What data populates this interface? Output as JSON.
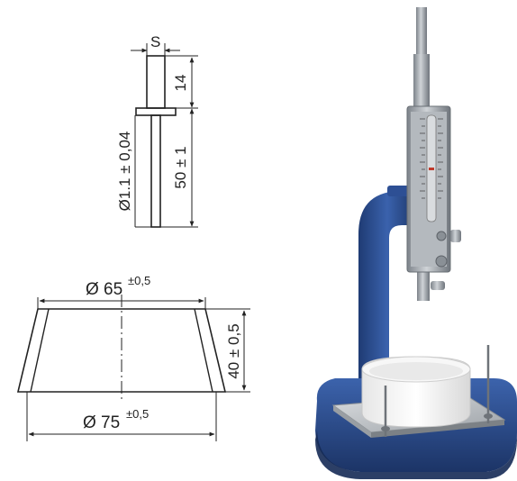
{
  "needle": {
    "label_s": "S",
    "label_14": "14",
    "label_50": "50 ± 1",
    "label_diameter": "Ø1.1 ± 0,04"
  },
  "cone": {
    "label_top_main": "Ø 65",
    "label_top_tol": "±0,5",
    "label_height": "40 ± 0,5",
    "label_bottom_main": "Ø 75",
    "label_bottom_tol": "±0,5"
  },
  "colors": {
    "line": "#222222",
    "stand_blue": "#2a4c8f",
    "metal": "#9aa0a6",
    "mould_white": "#f3f3f3"
  }
}
